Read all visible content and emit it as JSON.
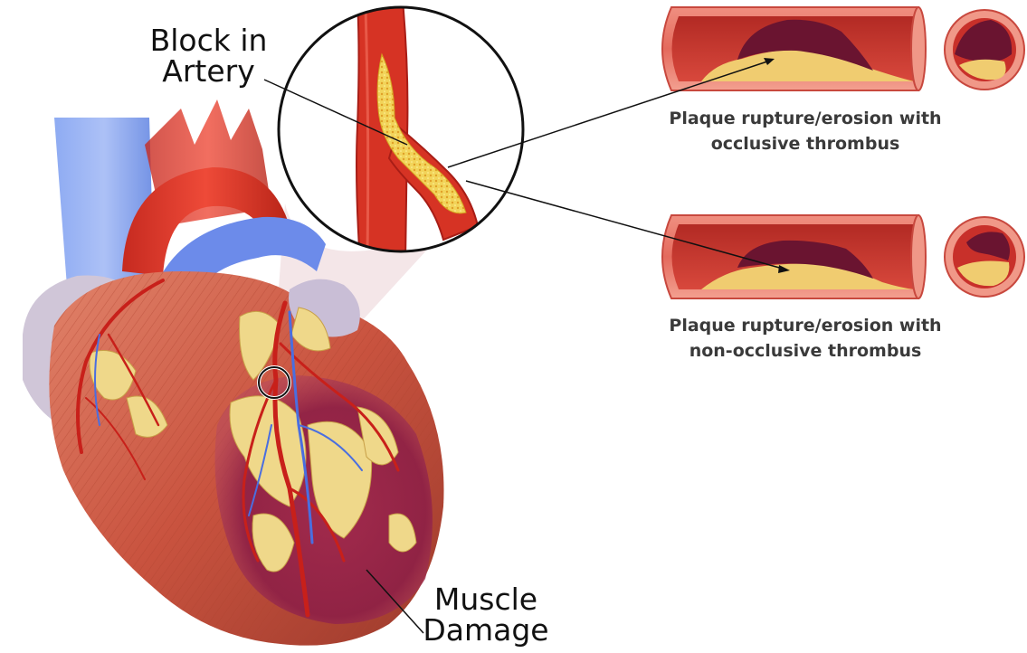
{
  "labels": {
    "block_line1": "Block in",
    "block_line2": "Artery",
    "muscle_line1": "Muscle",
    "muscle_line2": "Damage"
  },
  "captions": {
    "occlusive_line1": "Plaque rupture/erosion with",
    "occlusive_line2": "occlusive thrombus",
    "nonocclusive_line1": "Plaque rupture/erosion with",
    "nonocclusive_line2": "non-occlusive thrombus"
  },
  "colors": {
    "muscle": "#c9533f",
    "artery": "#d63324",
    "vein": "#5a7fe0",
    "plaque": "#f0cc5a",
    "thrombus": "#6a1430",
    "infarct": "#8e2046",
    "vessel_wall": "#e8786e"
  }
}
